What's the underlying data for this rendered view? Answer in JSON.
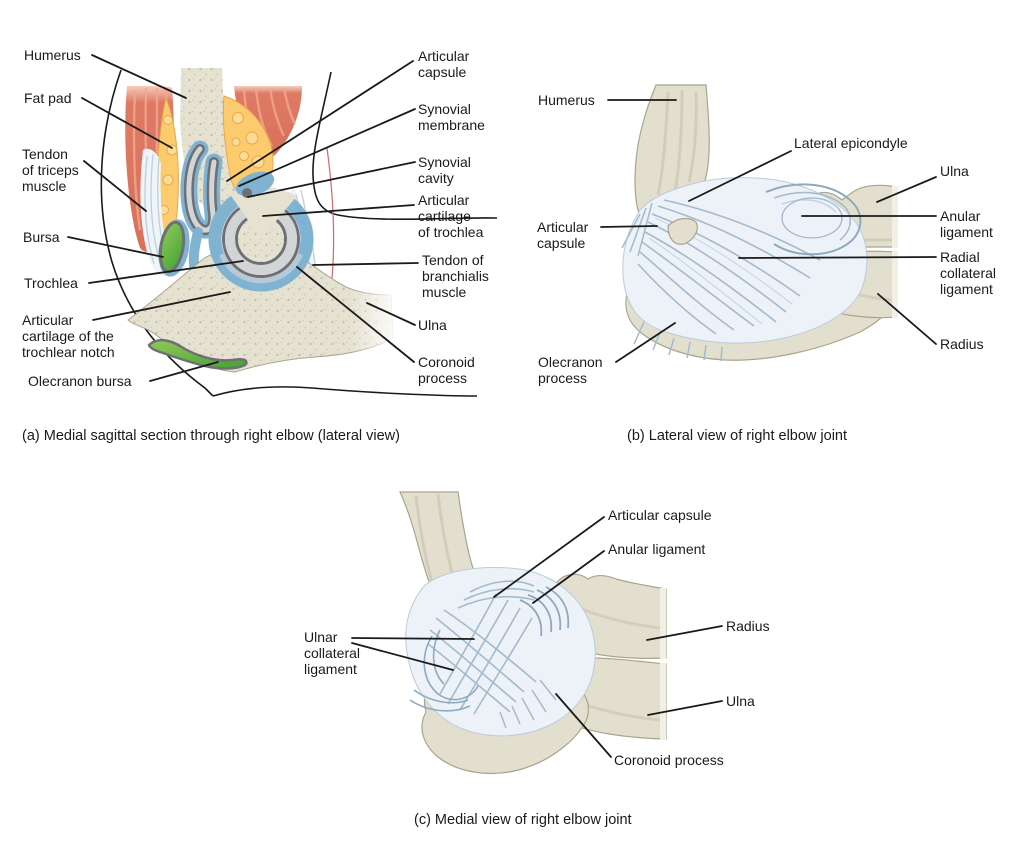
{
  "figure": {
    "background": "#FFFFFF",
    "text_color": "#1A1A1A",
    "panels": {
      "a": {
        "caption": "(a) Medial sagittal section through right elbow (lateral view)",
        "labels": {
          "humerus": "Humerus",
          "fat_pad": "Fat pad",
          "tendon_of_triceps_muscle": "Tendon\nof triceps\nmuscle",
          "bursa": "Bursa",
          "trochlea": "Trochlea",
          "articular_cartilage_of_the_trochlear_notch": "Articular\ncartilage of the\ntrochlear notch",
          "olecranon_bursa": "Olecranon bursa",
          "articular_capsule": "Articular\ncapsule",
          "synovial_membrane": "Synovial\nmembrane",
          "synovial_cavity": "Synovial\ncavity",
          "articular_cartilage_of_trochlea": "Articular\ncartilage\nof trochlea",
          "tendon_of_branchialis_muscle": "Tendon of\nbranchialis\nmuscle",
          "ulna": "Ulna",
          "coronoid_process": "Coronoid\nprocess"
        }
      },
      "b": {
        "caption": "(b) Lateral view of right elbow joint",
        "labels": {
          "humerus": "Humerus",
          "lateral_epicondyle": "Lateral epicondyle",
          "ulna": "Ulna",
          "anular_ligament": "Anular\nligament",
          "radial_collateral_ligament": "Radial\ncollateral\nligament",
          "radius": "Radius",
          "articular_capsule": "Articular\ncapsule",
          "olecranon_process": "Olecranon\nprocess"
        }
      },
      "c": {
        "caption": "(c) Medial view of right elbow joint",
        "labels": {
          "articular_capsule": "Articular capsule",
          "anular_ligament": "Anular ligament",
          "radius": "Radius",
          "ulna": "Ulna",
          "ulnar_collateral_ligament": "Ulnar\ncollateral\nligament",
          "coronoid_process": "Coronoid process"
        }
      }
    },
    "colors": {
      "bone": "#E6E2D2",
      "bone_shade": "#CFC9B4",
      "bone_outline": "#A9A48C",
      "muscle_red": "#D9705A",
      "muscle_highlight": "#F0A893",
      "fat_yellow": "#FBCB6E",
      "fat_outline": "#E8A84E",
      "synovial_blue": "#7FB3D1",
      "cartilage_gray": "#D3D4D6",
      "cartilage_outline": "#6E7073",
      "trochlear_notch_cartilage": "#B7C9D7",
      "bursa_green": "#6DBE45",
      "ligament_fill": "#ECF2F8",
      "ligament_fiber": "#9FB6CB",
      "leader_line": "#1A1A1A"
    }
  }
}
